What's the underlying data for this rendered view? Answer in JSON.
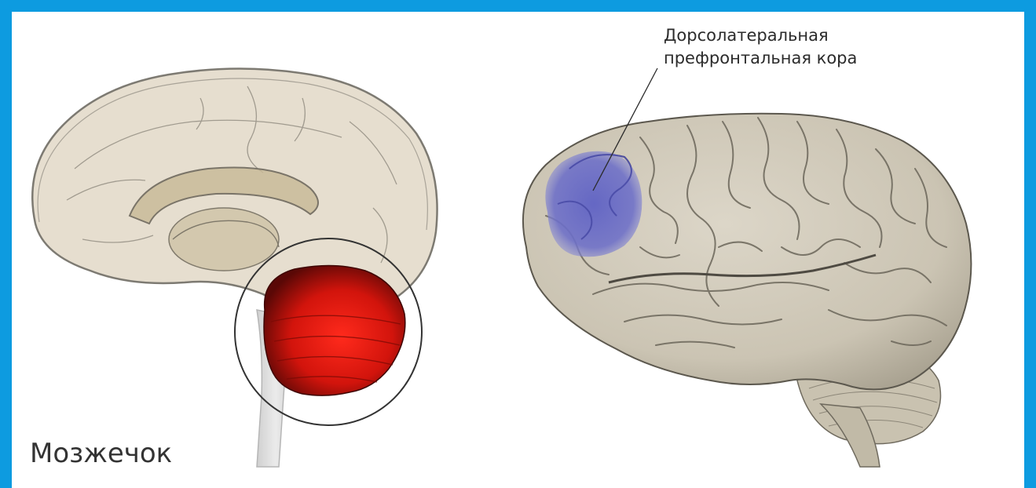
{
  "figure": {
    "left": {
      "caption": "Мозжечок",
      "highlight_color": "#d2140c",
      "icon": "brain-sagittal-section"
    },
    "right": {
      "label_lines": [
        "Дорсолатеральная",
        "префронтальная кора"
      ],
      "highlight_color": "#6e70c8",
      "icon": "brain-lateral-view"
    },
    "frame_color": "#0d9be0"
  }
}
